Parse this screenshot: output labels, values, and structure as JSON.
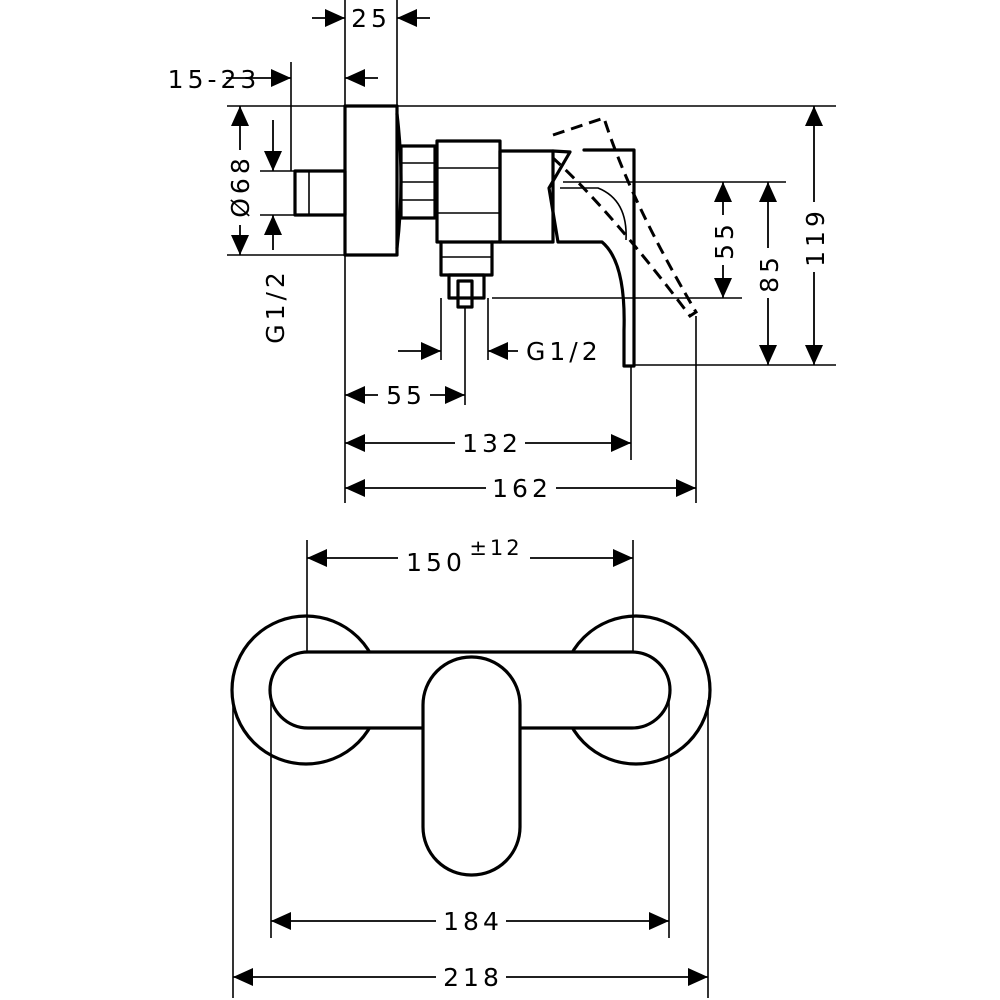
{
  "side_view": {
    "dims": {
      "d25": "25",
      "d15_23": "15-23",
      "d68": "Ø68",
      "g12_left": "G1/2",
      "d55_vert": "55",
      "d85": "85",
      "d119": "119",
      "g12_bottom": "G1/2",
      "d55_horiz": "55",
      "d132": "132",
      "d162": "162"
    }
  },
  "top_view": {
    "dims": {
      "d150": "150",
      "tol": "±12",
      "d184": "184",
      "d218": "218"
    }
  }
}
